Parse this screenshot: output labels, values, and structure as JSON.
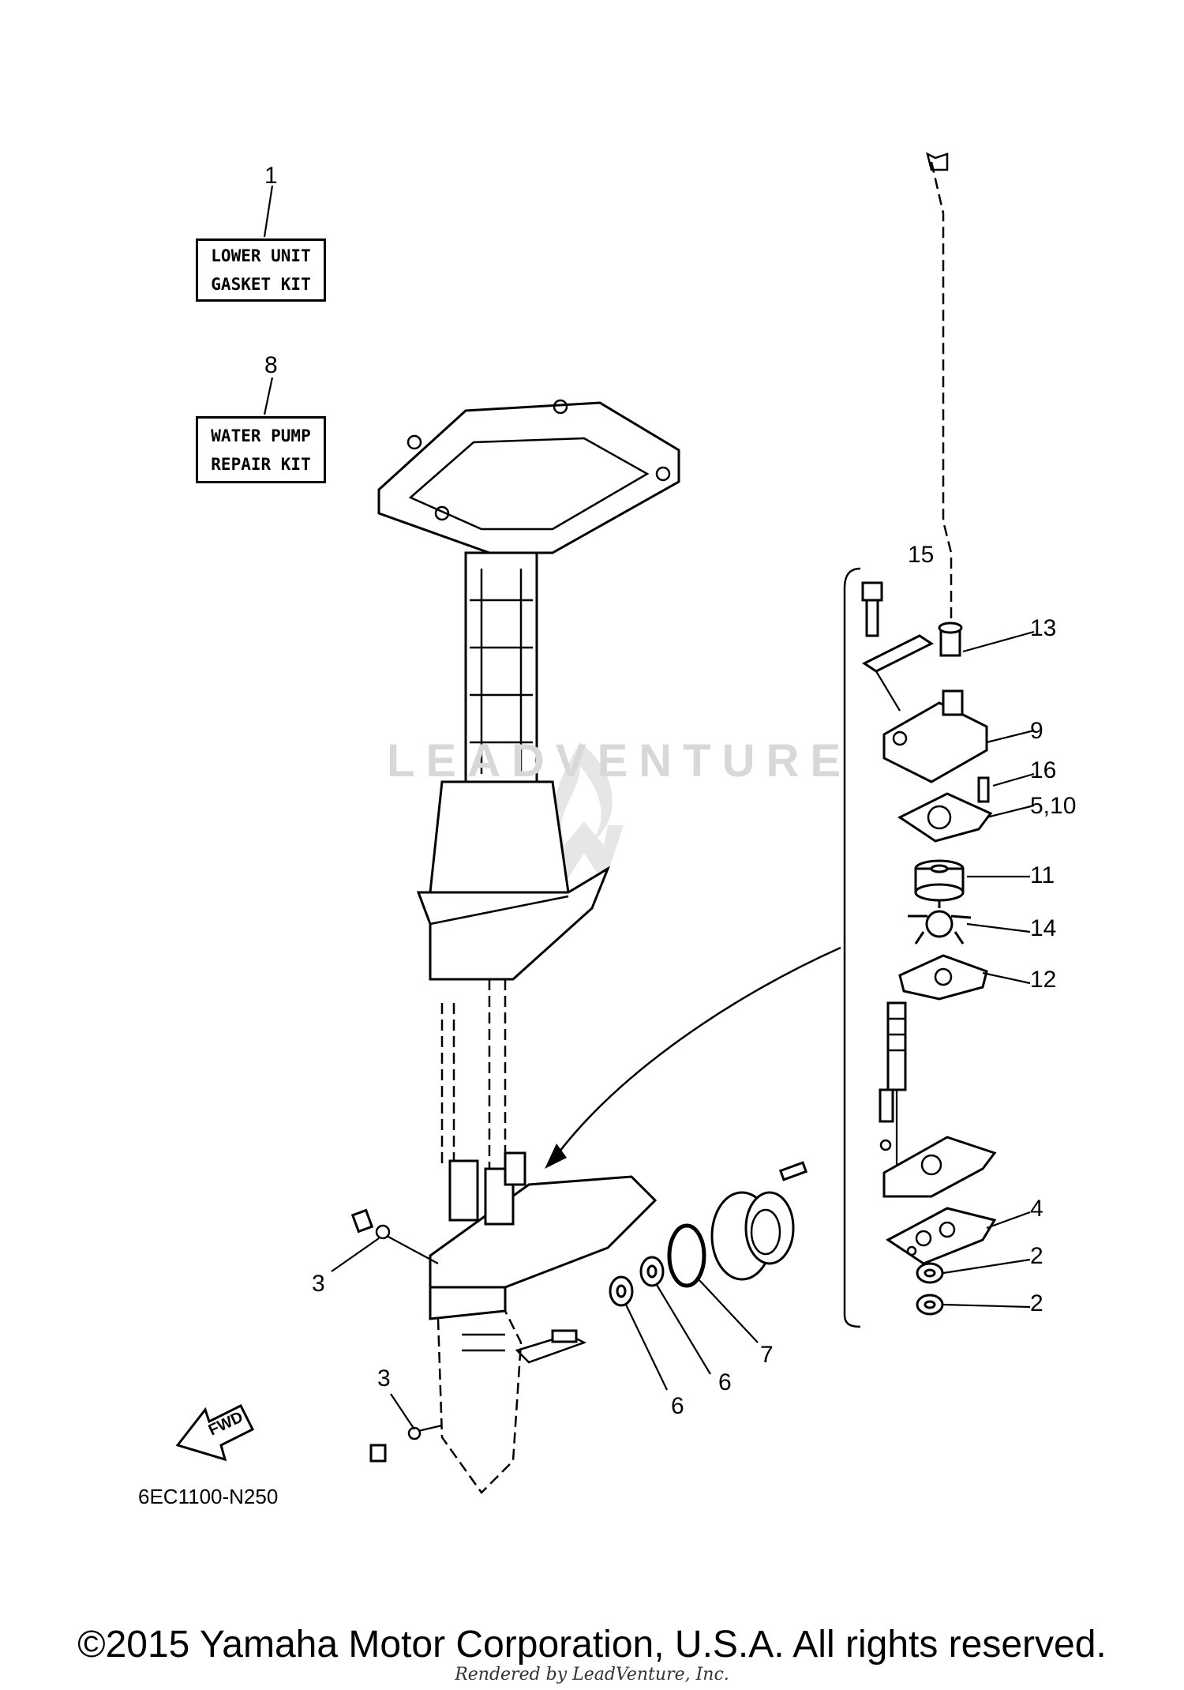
{
  "kits": [
    {
      "callout": "1",
      "lines": [
        "LOWER UNIT",
        "GASKET KIT"
      ]
    },
    {
      "callout": "8",
      "lines": [
        "WATER PUMP",
        "REPAIR KIT"
      ]
    }
  ],
  "callouts": {
    "c15": "15",
    "c13": "13",
    "c9": "9",
    "c16": "16",
    "c510": "5,10",
    "c11": "11",
    "c14": "14",
    "c12": "12",
    "c4": "4",
    "c2a": "2",
    "c2b": "2",
    "c7": "7",
    "c6a": "6",
    "c6b": "6",
    "c3a": "3",
    "c3b": "3"
  },
  "fwd_label": "FWD",
  "diagram_code": "6EC1100-N250",
  "watermark": "LEADVENTURE",
  "copyright": "©2015 Yamaha Motor Corporation, U.S.A. All rights reserved.",
  "rendered_by": "Rendered by LeadVenture, Inc.",
  "colors": {
    "line": "#000000",
    "background": "#ffffff",
    "watermark": "#d8d8d8"
  }
}
